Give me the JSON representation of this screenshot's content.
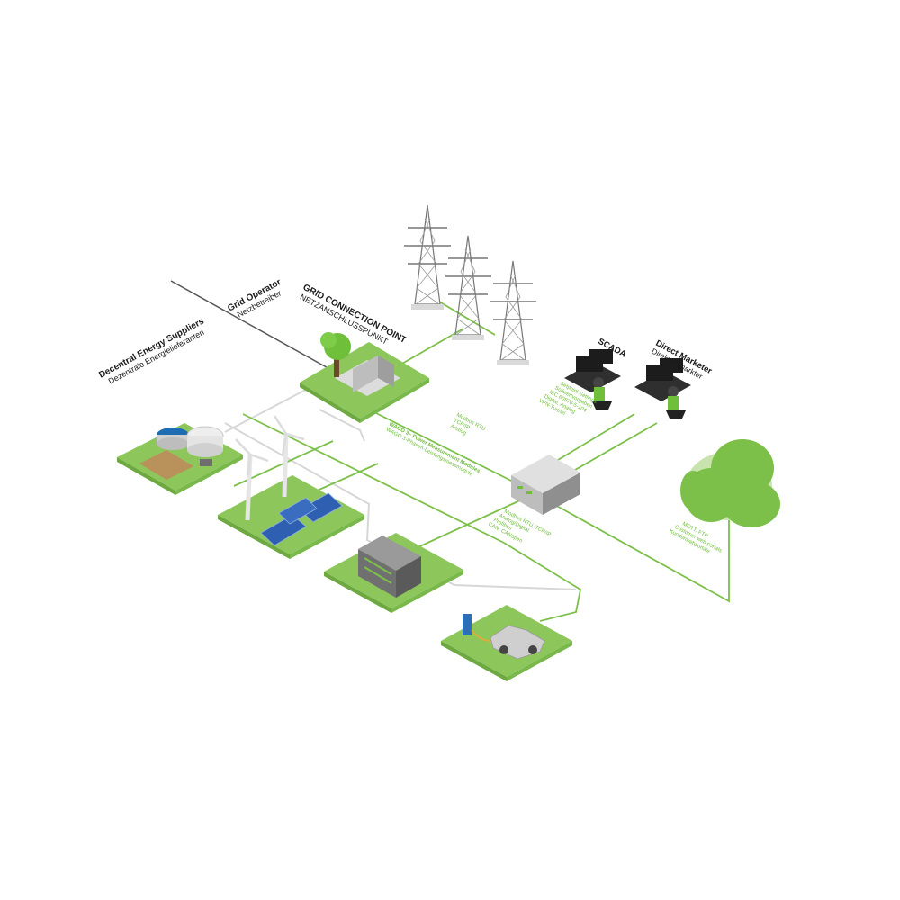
{
  "labels": {
    "decentral_suppliers": {
      "title": "Decentral Energy Suppliers",
      "subtitle": "Dezentrale Energielieferanten"
    },
    "grid_operator": {
      "title": "Grid Operator",
      "subtitle": "Netzbetreiber"
    },
    "grid_connection": {
      "title": "GRID CONNECTION POINT",
      "subtitle": "NETZANSCHLUSSPUNKT"
    },
    "scada": {
      "title": "SCADA"
    },
    "direct_marketer": {
      "title": "Direct Marketer",
      "subtitle": "Direktvermarkter"
    }
  },
  "protocols": {
    "grid_link": [
      "Modbus RTU",
      "TCP/IP",
      "Analog"
    ],
    "wago_module": [
      "WAGO 3~ Power Measurement Modules",
      "WAGO 3-Phasen-Leistungsmessmodule"
    ],
    "scada_link": [
      "Setpoint Settings",
      "Sollwertvorgaben",
      "IEC 60870-5-104",
      "Digital, Analog",
      "VPN-Tunnel"
    ],
    "field_link": [
      "Modbus RTU, TCP/IP",
      "Analog/Digital",
      "Profibus",
      "CAN, CANopen"
    ],
    "cloud_link": [
      "MQTT, FTP",
      "Customer web portals",
      "Kundenwebportale"
    ]
  },
  "colors": {
    "accent_green": "#7cc04a",
    "platform_green": "#8dc75c",
    "line_green": "#7cc04a",
    "line_gray": "#d7d7d7"
  }
}
